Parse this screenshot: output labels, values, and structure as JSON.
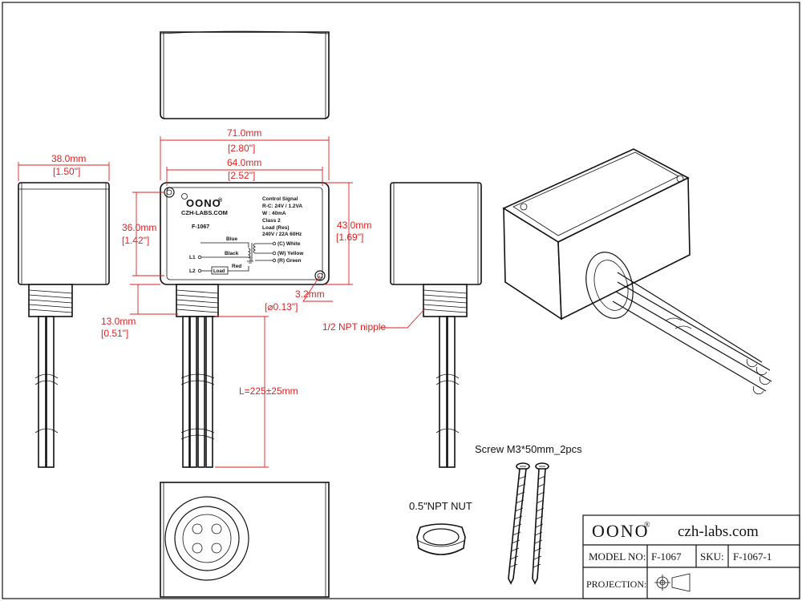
{
  "dimensions": {
    "width_mm": "71.0mm",
    "width_in": "[2.80\"]",
    "inner_width_mm": "64.0mm",
    "inner_width_in": "[2.52\"]",
    "depth_mm": "38.0mm",
    "depth_in": "[1.50\"]",
    "inner_height_mm": "36.0mm",
    "inner_height_in": "[1.42\"]",
    "height_mm": "43.0mm",
    "height_in": "[1.69\"]",
    "hole_mm": "3.2mm",
    "hole_in": "[⌀0.13\"]",
    "nipple_mm": "13.0mm",
    "nipple_in": "[0.51\"]",
    "lead_length": "L=225±25mm"
  },
  "callouts": {
    "nipple": "1/2 NPT nipple",
    "screw": "Screw M3*50mm_2pcs",
    "nut": "0.5\"NPT NUT"
  },
  "label": {
    "brand": "OONO",
    "brand_mark": "®",
    "website": "CZH-LABS.COM",
    "model": "F-1067",
    "spec_title": "Control Signal",
    "spec_rc": "R-C: 24V / 1.2VA",
    "spec_w": "W  : 40mA",
    "spec_class": "Class 2",
    "spec_load_title": "Load (Res)",
    "spec_load": "240V / 22A  60Hz",
    "wire_blue": "Blue",
    "wire_black": "Black",
    "wire_red": "Red",
    "terminal_l1": "L1",
    "terminal_l2": "L2",
    "load_box": "Load",
    "term_c": "(C) White",
    "term_w": "(W) Yellow",
    "term_r": "(R) Green"
  },
  "title_block": {
    "brand": "OONO",
    "brand_mark": "®",
    "website": "czh-labs.com",
    "model_label": "MODEL NO:",
    "model_value": "F-1067",
    "sku_label": "SKU:",
    "sku_value": "F-1067-1",
    "projection_label": "PROJECTION:"
  },
  "colors": {
    "dimension": "#dd2222",
    "line": "#111111"
  }
}
